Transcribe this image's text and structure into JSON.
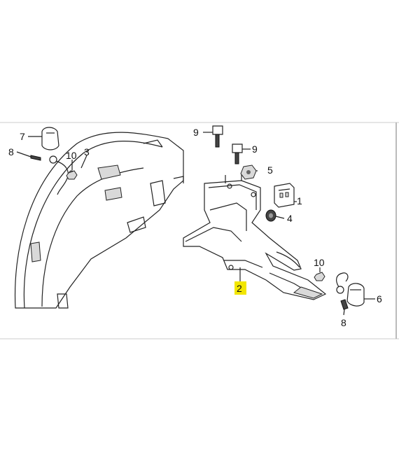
{
  "diagram": {
    "callouts": [
      {
        "id": "c1",
        "text": "1"
      },
      {
        "id": "c2",
        "text": "2",
        "highlight": true
      },
      {
        "id": "c3",
        "text": "3"
      },
      {
        "id": "c4",
        "text": "4"
      },
      {
        "id": "c5",
        "text": "5"
      },
      {
        "id": "c6",
        "text": "6"
      },
      {
        "id": "c7",
        "text": "7"
      },
      {
        "id": "c8a",
        "text": "8"
      },
      {
        "id": "c8b",
        "text": "8"
      },
      {
        "id": "c9a",
        "text": "9"
      },
      {
        "id": "c9b",
        "text": "9"
      },
      {
        "id": "c10a",
        "text": "10"
      },
      {
        "id": "c10b",
        "text": "10"
      }
    ],
    "colors": {
      "highlight": "#f2e600",
      "line": "#222222",
      "background": "#ffffff"
    }
  }
}
